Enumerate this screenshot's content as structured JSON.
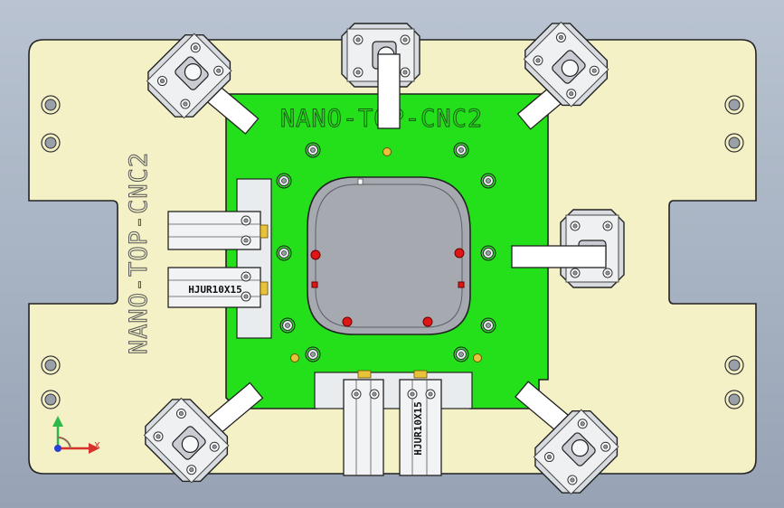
{
  "colors": {
    "background_top": "#b9c3d1",
    "background_bottom": "#97a3b5",
    "base_plate": "#f4f1c6",
    "nest_plate": "#23e01b",
    "part_cavity": "#a6aab0",
    "metal": "#d8dbe0",
    "metal_dark": "#8f959e",
    "brass": "#e8c23a",
    "locator_red": "#e01616",
    "outline": "#222222",
    "axis_x": "#d6312a",
    "axis_y": "#2fb84a",
    "axis_z": "#2a3fd6"
  },
  "labels": {
    "top_engraving": "NANO-TOP-CNC2",
    "side_engraving": "NANO-TOP-CNC2",
    "cylinder_left": "HJUR10X15",
    "cylinder_bottom": "HJUR10X15"
  },
  "triad": {
    "x_label": "X"
  },
  "icons": {
    "triad": "coordinate-triad-icon",
    "toggle_clamp": "toggle-clamp-icon",
    "cylinder": "air-cylinder-icon"
  }
}
